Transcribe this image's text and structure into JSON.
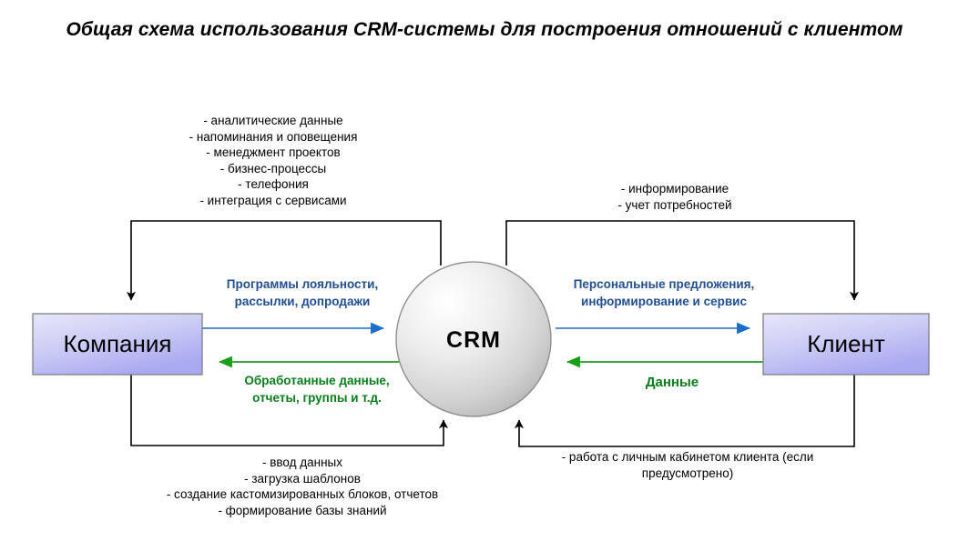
{
  "title": "Общая схема использования CRM-системы\nдля построения отношений с клиентом",
  "nodes": {
    "company": "Компания",
    "crm": "CRM",
    "client": "Клиент"
  },
  "flows": {
    "company_to_crm": "Программы лояльности,\nрассылки, допродажи",
    "crm_to_company": "Обработанные данные,\nотчеты, группы и т.д.",
    "crm_to_client": "Персональные предложения,\nинформирование и сервис",
    "client_to_crm": "Данные"
  },
  "notes": {
    "top_left": "- аналитические данные\n- напоминания и оповещения\n- менеджмент проектов\n- бизнес-процессы\n- телефония\n- интеграция с сервисами",
    "top_right": "- информирование\n- учет потребностей",
    "bottom_left": "- ввод данных\n- загрузка шаблонов\n- создание кастомизированных блоков, отчетов\n- формирование базы знаний",
    "bottom_right": "- работа с личным кабинетом клиента (если\nпредусмотрено)"
  },
  "colors": {
    "arrow_forward": "#1C6FC9",
    "arrow_return": "#15A015",
    "label_blue": "#1F4E93",
    "label_green": "#0A7D1B",
    "box_fill_light": "#DCDCF7",
    "box_fill_dark": "#A7A7F0",
    "box_border": "#808080",
    "circle_border": "#808080",
    "line": "#000000"
  }
}
